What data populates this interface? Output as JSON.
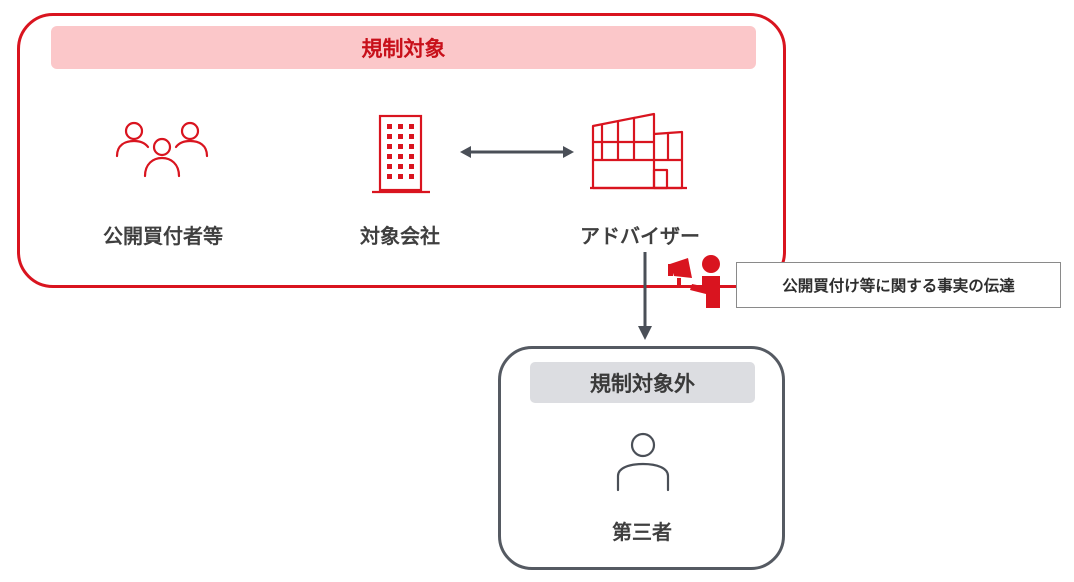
{
  "regulated": {
    "title": "規制対象",
    "entities": [
      {
        "label": "公開買付者等",
        "icon": "group-people-icon"
      },
      {
        "label": "対象会社",
        "icon": "office-building-icon"
      },
      {
        "label": "アドバイザー",
        "icon": "factory-building-icon"
      }
    ]
  },
  "outside": {
    "title": "規制対象外",
    "entity": {
      "label": "第三者",
      "icon": "person-icon"
    }
  },
  "callout": {
    "text": "公開買付け等に関する事実の伝達",
    "icon": "megaphone-person-icon"
  },
  "colors": {
    "accent_red": "#d9141f",
    "red_banner": "#fbc7c9",
    "gray_border": "#555a62",
    "gray_banner": "#dcdde1"
  }
}
